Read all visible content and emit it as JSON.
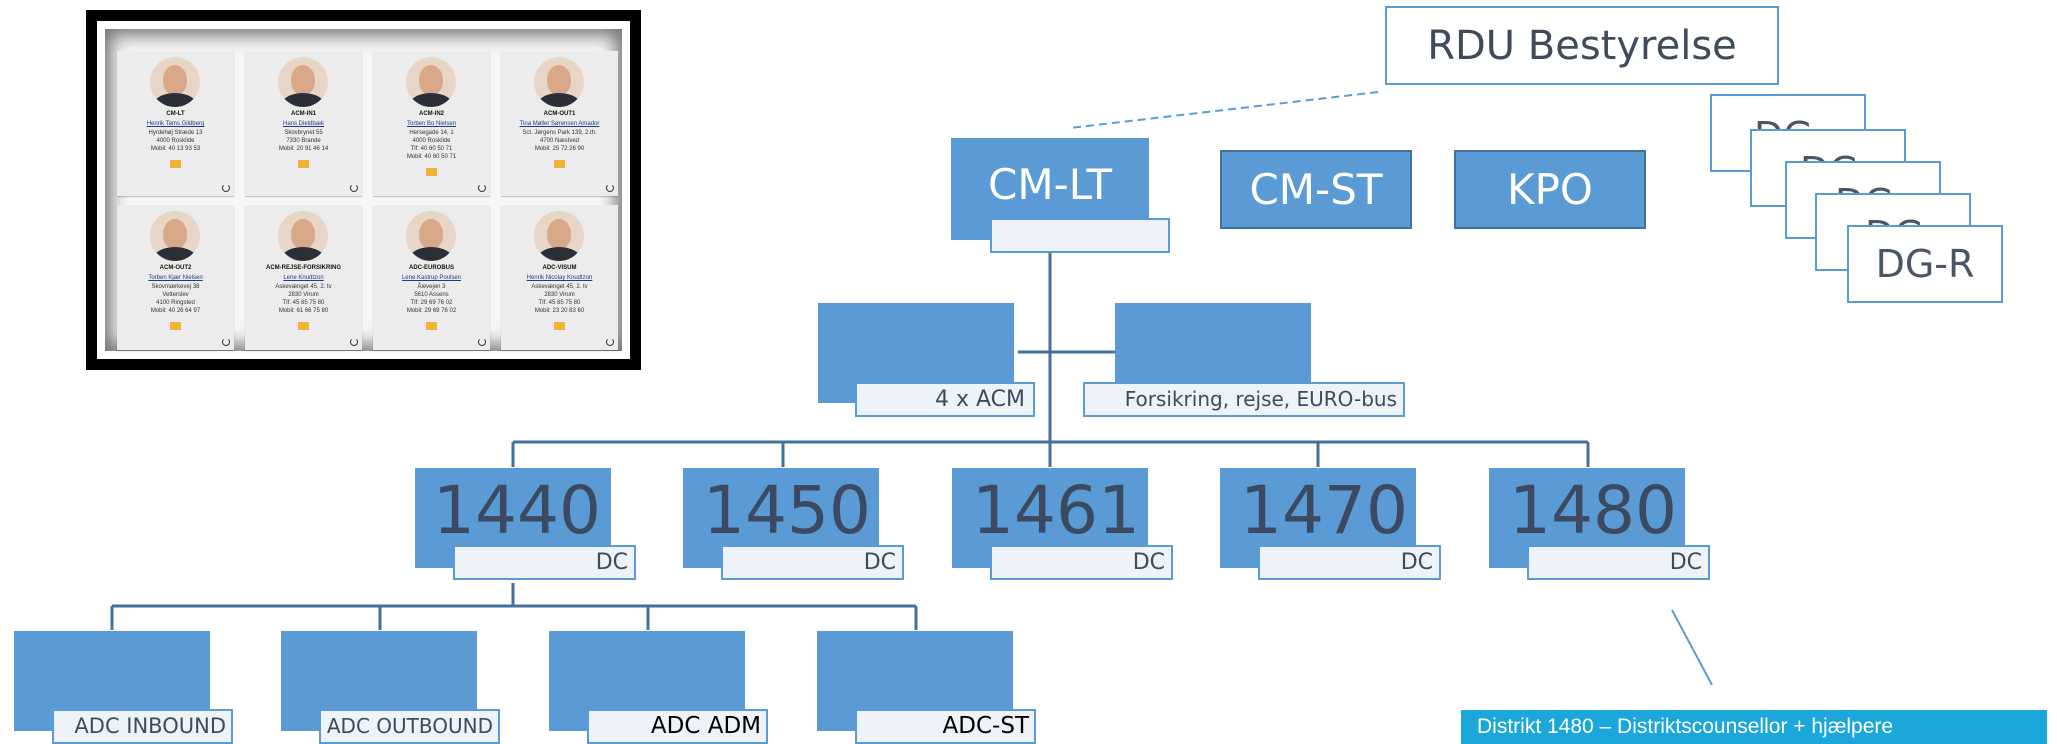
{
  "board": {
    "title": "RDU Bestyrelse"
  },
  "top_boxes": {
    "cm_lt": "CM-LT",
    "cm_st": "CM-ST",
    "kpo": "KPO"
  },
  "dg_stack": [
    "DG",
    "DG",
    "DG",
    "DG",
    "DG-R"
  ],
  "acm": {
    "label1": "4 x ACM",
    "label2": "Forsikring, rejse, EURO-bus"
  },
  "districts": [
    {
      "number": "1440",
      "tag": "DC"
    },
    {
      "number": "1450",
      "tag": "DC"
    },
    {
      "number": "1461",
      "tag": "DC"
    },
    {
      "number": "1470",
      "tag": "DC"
    },
    {
      "number": "1480",
      "tag": "DC"
    }
  ],
  "adc": [
    "ADC INBOUND",
    "ADC OUTBOUND",
    "ADC ADM",
    "ADC-ST"
  ],
  "caption": "Distrikt 1480 – Distriktscounsellor + hjælpere",
  "colors": {
    "box_blue": "#5b9bd5",
    "caption_bg": "#1ba7d9",
    "label_bg": "#eef2f9"
  },
  "photo_panel": {
    "cards": [
      {
        "role": "CM-LT",
        "name": "Henrik Tams Gildberg",
        "lines": [
          "Hyrdehøj Stræde 13",
          "4000 Roskilde",
          "Mobil: 40 13 93 53"
        ]
      },
      {
        "role": "ACM-IN1",
        "name": "Hans Dieldbæk",
        "lines": [
          "Skovbrynet 55",
          "7330 Brande",
          "Mobil: 20 91 46 14"
        ]
      },
      {
        "role": "ACM-IN2",
        "name": "Torben Bo Nielsen",
        "lines": [
          "Hersegade 14, 1",
          "4000 Roskilde",
          "Tlf: 40 60 50 71",
          "Mobil: 40 60 50 71"
        ]
      },
      {
        "role": "ACM-OUT1",
        "name": "Tina Møller Sørensen Amador",
        "lines": [
          "Sct. Jørgens Park 139, 2.th.",
          "4700 Næstved",
          "Mobil: 25 72 26 90"
        ]
      },
      {
        "role": "ACM-OUT2",
        "name": "Torben Kjær Nielsen",
        "lines": [
          "Skovmærkevej 38",
          "Vetterslev",
          "4100 Ringsted",
          "Mobil: 40 26 64 97"
        ]
      },
      {
        "role": "ACM-REJSE-FORSIKRING",
        "name": "Lene Knudtzon",
        "lines": [
          "Askevænget 45, 2. tv",
          "2830 Virum",
          "Tlf: 45 85 75 80",
          "Mobil: 61 66 75 80"
        ]
      },
      {
        "role": "ADC-EUROBUS",
        "name": "Lene Kastrup Poulsen",
        "lines": [
          "Ålevejen 3",
          "5610 Assens",
          "Tlf: 29 69 76 02",
          "Mobil: 29 69 76 02"
        ]
      },
      {
        "role": "ADC-VISUM",
        "name": "Henrik Nicolay Knudtzon",
        "lines": [
          "Askevænget 45, 2. tv",
          "2830 Virum",
          "Tlf: 45 85 75 80",
          "Mobil: 23 20 83 60"
        ]
      }
    ]
  }
}
